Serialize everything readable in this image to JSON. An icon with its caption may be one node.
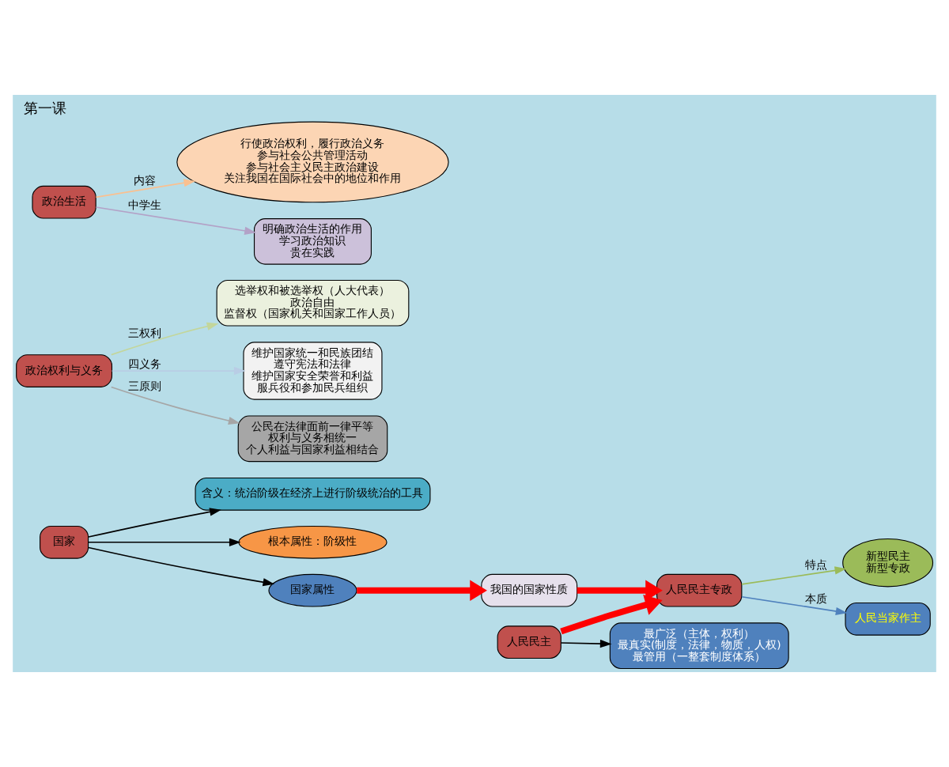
{
  "diagram": {
    "title": "第一课",
    "nodes": [
      {
        "text": [
          "国家"
        ]
      },
      {
        "text": [
          "含义：统治阶级在经济上进行阶级统治的工具"
        ]
      },
      {
        "text": [
          "根本属性：阶级性"
        ]
      },
      {
        "text": [
          "国家属性"
        ]
      },
      {
        "text": [
          "我国的国家性质"
        ]
      },
      {
        "text": [
          "人民民主专政"
        ]
      },
      {
        "text": [
          "人民民主"
        ]
      },
      {
        "text": [
          "最广泛（主体，权利）",
          "最真实(制度，法律，物质，人权)",
          "最管用（一整套制度体系）"
        ]
      },
      {
        "text": [
          "新型民主",
          "新型专政"
        ]
      },
      {
        "text": [
          "人民当家作主"
        ]
      },
      {
        "text": [
          "政治权利与义务"
        ]
      },
      {
        "text": [
          "选举权和被选举权（人大代表）",
          "政治自由",
          "监督权（国家机关和国家工作人员）"
        ]
      },
      {
        "text": [
          "维护国家统一和民族团结",
          "遵守宪法和法律",
          "维护国家安全荣誉和利益",
          "服兵役和参加民兵组织"
        ]
      },
      {
        "text": [
          "公民在法律面前一律平等",
          "权利与义务相统一",
          "个人利益与国家利益相结合"
        ]
      },
      {
        "text": [
          "政治生活"
        ]
      },
      {
        "text": [
          "行使政治权利，履行政治义务",
          "参与社会公共管理活动",
          "参与社会主义民主政治建设",
          "关注我国在国际社会中的地位和作用"
        ]
      },
      {
        "text": [
          "明确政治生活的作用",
          "学习政治知识",
          "贵在实践"
        ]
      }
    ],
    "edges": [
      {
        "from": 0,
        "to": 1,
        "arrow": "to"
      },
      {
        "from": 0,
        "to": 2,
        "arrow": "to"
      },
      {
        "from": 0,
        "to": 3,
        "arrow": "to"
      },
      {
        "from": 3,
        "to": 4,
        "arrow": "to",
        "style": "thick",
        "color": "#ff0000"
      },
      {
        "from": 4,
        "to": 5,
        "arrow": "to",
        "style": "thick",
        "color": "#ff0000"
      },
      {
        "from": 6,
        "to": 5,
        "arrow": "to",
        "style": "thick",
        "color": "#ff0000"
      },
      {
        "from": 6,
        "to": 7,
        "arrow": "to"
      },
      {
        "from": 5,
        "to": 8,
        "arrow": "to",
        "label": "特点",
        "color": "#9bbb59"
      },
      {
        "from": 5,
        "to": 9,
        "arrow": "to",
        "label": "本质",
        "color": "#4f81bd"
      },
      {
        "from": 10,
        "to": 11,
        "arrow": "to",
        "label": "三权利",
        "color": "#c3d69b"
      },
      {
        "from": 10,
        "to": 12,
        "arrow": "to",
        "label": "四义务",
        "color": "#b9cde5"
      },
      {
        "from": 10,
        "to": 13,
        "arrow": "to",
        "label": "三原则",
        "color": "#a6a6a6"
      },
      {
        "from": 14,
        "to": 15,
        "arrow": "to",
        "label": "内容",
        "color": "#fac090"
      },
      {
        "from": 14,
        "to": 16,
        "arrow": "to",
        "label": "中学生",
        "color": "#b3a2c7"
      }
    ]
  }
}
